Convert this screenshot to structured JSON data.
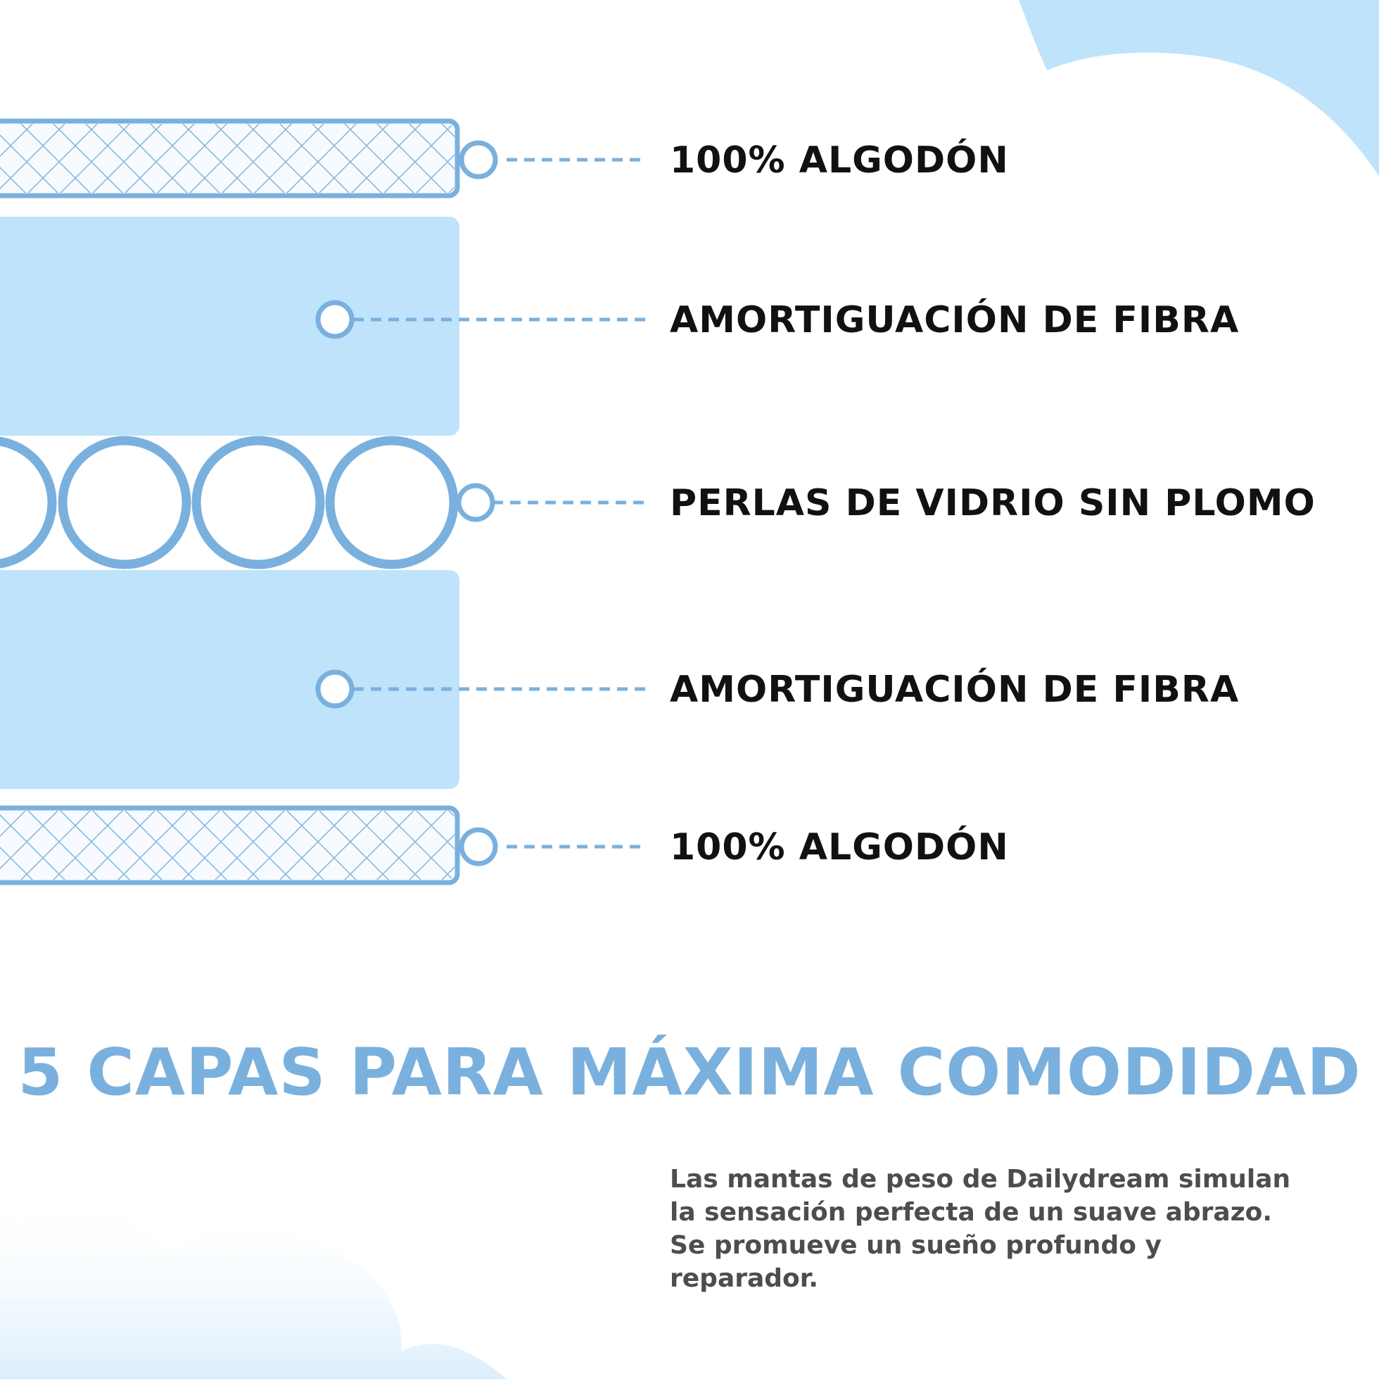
{
  "colors": {
    "accent": "#7ab0dd",
    "fill_light": "#bfe3fb",
    "text_dark": "#111111",
    "text_gray": "#4d4d4d",
    "background": "#ffffff"
  },
  "layers": [
    {
      "id": "cotton-top",
      "kind": "cotton",
      "label": "100% ALGODÓN"
    },
    {
      "id": "fiber-top",
      "kind": "fiber",
      "label": "AMORTIGUACIÓN DE FIBRA"
    },
    {
      "id": "glass-beads",
      "kind": "beads",
      "label": "PERLAS DE VIDRIO SIN PLOMO"
    },
    {
      "id": "fiber-bottom",
      "kind": "fiber",
      "label": "AMORTIGUACIÓN DE FIBRA"
    },
    {
      "id": "cotton-bottom",
      "kind": "cotton",
      "label": "100% ALGODÓN"
    }
  ],
  "headline": "5 CAPAS PARA MÁXIMA COMODIDAD",
  "description": "Las mantas de peso de Dailydream simulan la sensación perfecta de un suave abrazo. Se promueve un sueño profundo y reparador."
}
